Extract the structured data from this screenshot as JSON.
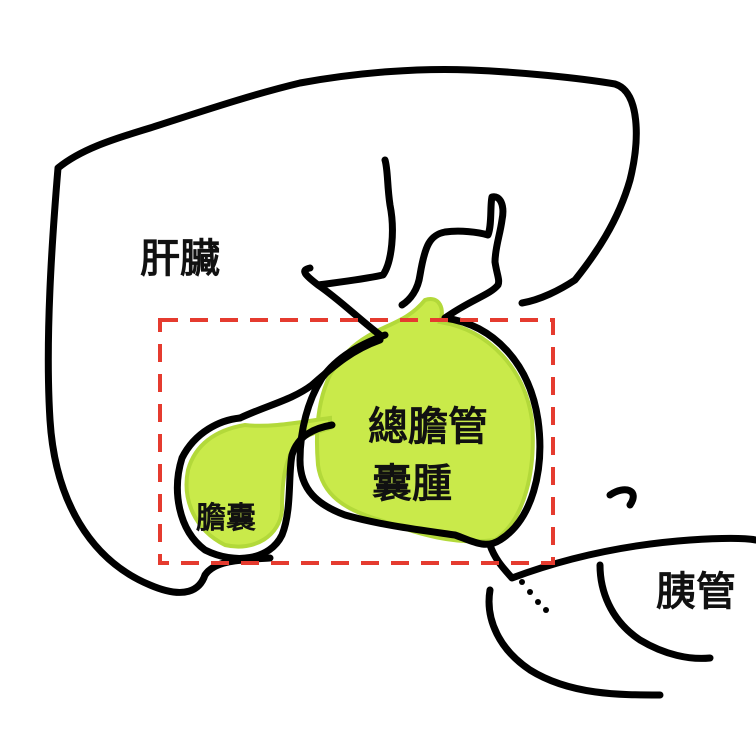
{
  "labels": {
    "liver": "肝臟",
    "gallbladder": "膽囊",
    "cyst_line1": "總膽管",
    "cyst_line2": "囊腫",
    "pancreatic_duct": "胰管"
  },
  "colors": {
    "outline": "#000000",
    "highlight": "#c9ea4a",
    "highlight_edge": "#b3d93a",
    "box": "#e53b2f"
  }
}
